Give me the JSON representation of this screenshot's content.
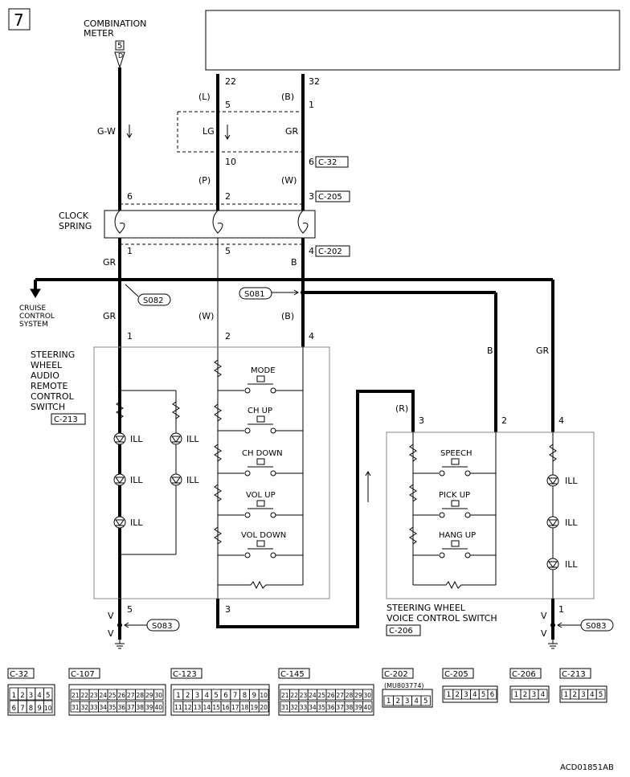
{
  "page_number": "7",
  "combination_meter": {
    "line1": "COMBINATION",
    "line2": "METER",
    "pin": "5",
    "pin_sub": "D"
  },
  "top_pins": {
    "left": "22",
    "right": "32"
  },
  "wire_colors": {
    "L": "(L)",
    "B": "(B)",
    "GW": "G-W",
    "LG": "LG",
    "GR": "GR",
    "P": "(P)",
    "W": "(W)",
    "gr": "GR",
    "b": "B",
    "w2": "(W)",
    "b2": "(B)",
    "b_voice": "B",
    "gr_voice": "GR",
    "r": "(R)",
    "v_left1": "V",
    "v_left2": "V",
    "v_right1": "V",
    "v_right2": "V"
  },
  "pins": {
    "p5": "5",
    "p1": "1",
    "p10": "10",
    "p6": "6",
    "p6b": "6",
    "p2": "2",
    "p3": "3",
    "p1b": "1",
    "p5b": "5",
    "p4": "4",
    "p1c": "1",
    "p2b": "2",
    "p4b": "4",
    "p3b": "3",
    "p2c": "2",
    "p4c": "4",
    "p5c": "5",
    "p3c": "3",
    "p1d": "1"
  },
  "connectors": {
    "c32": "C-32",
    "c205": "C-205",
    "c202": "C-202",
    "c213": "C-213",
    "c206": "C-206"
  },
  "clock_spring": {
    "line1": "CLOCK",
    "line2": "SPRING"
  },
  "cruise": {
    "line1": "CRUISE",
    "line2": "CONTROL",
    "line3": "SYSTEM"
  },
  "splices": {
    "s082": "S082",
    "s081": "S081",
    "s083a": "S083",
    "s083b": "S083"
  },
  "audio_switch": {
    "line1": "STEERING",
    "line2": "WHEEL",
    "line3": "AUDIO",
    "line4": "REMOTE",
    "line5": "CONTROL",
    "line6": "SWITCH"
  },
  "audio_buttons": [
    "MODE",
    "CH UP",
    "CH DOWN",
    "VOL UP",
    "VOL DOWN"
  ],
  "ill": "ILL",
  "voice_buttons": [
    "SPEECH",
    "PICK UP",
    "HANG UP"
  ],
  "voice_switch": {
    "line1": "STEERING WHEEL",
    "line2": "VOICE CONTROL SWITCH"
  },
  "connector_legend": {
    "labels": [
      "C-32",
      "C-107",
      "C-123",
      "C-145",
      "C-202",
      "C-205",
      "C-206",
      "C-213"
    ],
    "c202_part": "(MU803774)",
    "c32_row1": [
      "1",
      "2",
      "3",
      "4",
      "5"
    ],
    "c32_row2": [
      "6",
      "7",
      "8",
      "9",
      "10"
    ],
    "c107_row1": [
      "21",
      "22",
      "23",
      "24",
      "25",
      "26",
      "27",
      "28",
      "29",
      "30"
    ],
    "c107_row2": [
      "31",
      "32",
      "33",
      "34",
      "35",
      "36",
      "37",
      "38",
      "39",
      "40"
    ],
    "c123_row1": [
      "1",
      "2",
      "3",
      "4",
      "5",
      "6",
      "7",
      "8",
      "9",
      "10"
    ],
    "c123_row2": [
      "11",
      "12",
      "13",
      "14",
      "15",
      "16",
      "17",
      "18",
      "19",
      "20"
    ],
    "c145_row1": [
      "21",
      "22",
      "23",
      "24",
      "25",
      "26",
      "27",
      "28",
      "29",
      "30"
    ],
    "c145_row2": [
      "31",
      "32",
      "33",
      "34",
      "35",
      "36",
      "37",
      "38",
      "39",
      "40"
    ],
    "c202_row": [
      "1",
      "2",
      "3",
      "4",
      "5"
    ],
    "c205_row": [
      "1",
      "2",
      "3",
      "4",
      "5",
      "6"
    ],
    "c206_row": [
      "1",
      "2",
      "3",
      "4"
    ],
    "c213_row": [
      "1",
      "2",
      "3",
      "4",
      "5"
    ]
  },
  "figure_code": "ACD01851AB"
}
